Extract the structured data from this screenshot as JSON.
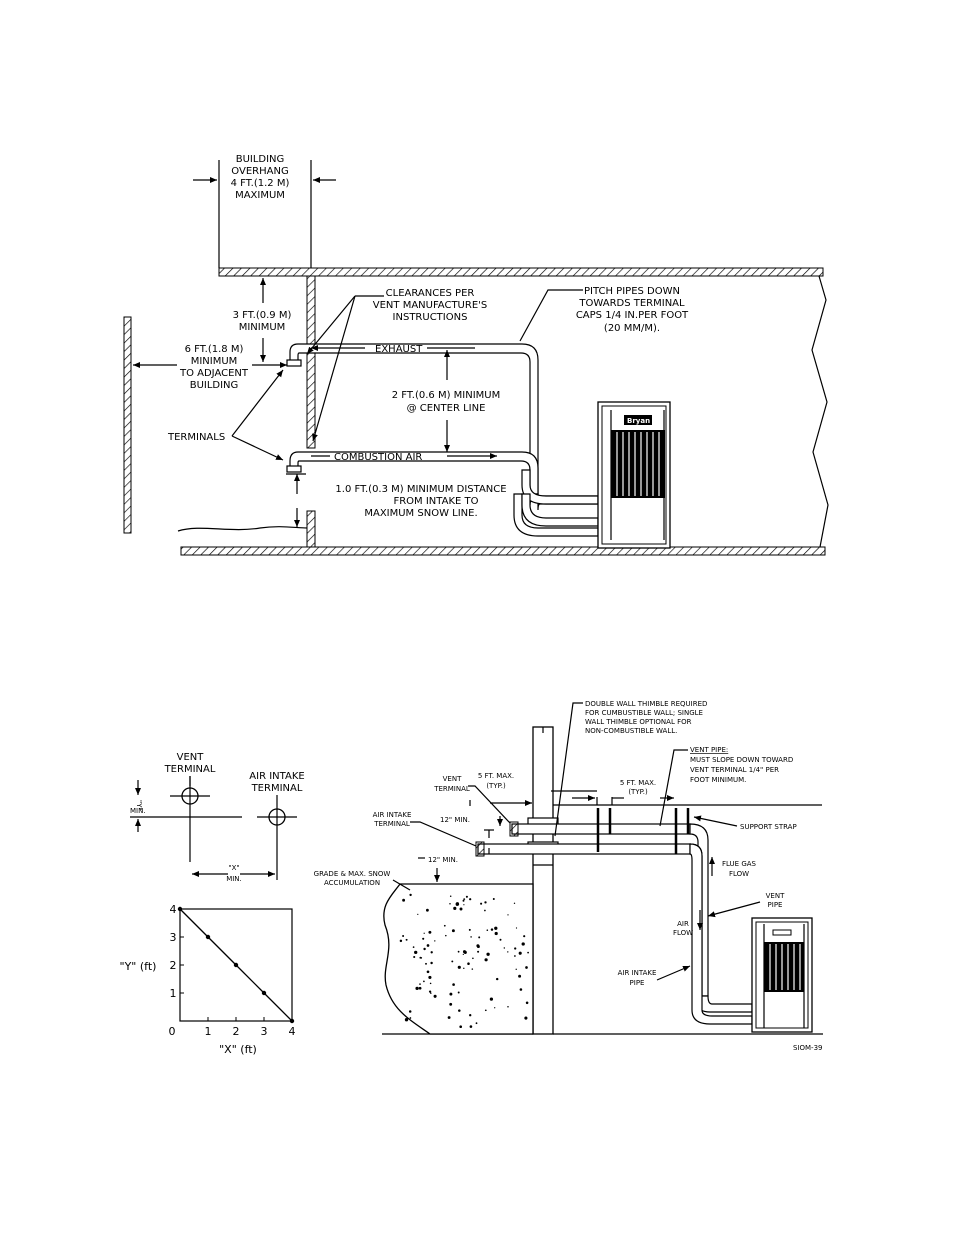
{
  "top": {
    "overhang": [
      "BUILDING",
      "OVERHANG",
      "4 FT.(1.2 M)",
      "MAXIMUM"
    ],
    "clearances": [
      "CLEARANCES PER",
      "VENT MANUFACTURE'S",
      "INSTRUCTIONS"
    ],
    "pitch": [
      "PITCH PIPES DOWN",
      "TOWARDS TERMINAL",
      "CAPS 1/4 IN.PER FOOT",
      "(20 MM/M)."
    ],
    "three_ft": [
      "3 FT.(0.9 M)",
      "MINIMUM"
    ],
    "six_ft": [
      "6 FT.(1.8 M)",
      "MINIMUM",
      "TO ADJACENT",
      "BUILDING"
    ],
    "exhaust": "EXHAUST",
    "two_ft": [
      "2 FT.(0.6 M) MINIMUM",
      "@ CENTER LINE"
    ],
    "terminals": "TERMINALS",
    "combustion_air": "COMBUSTION AIR",
    "one_ft": [
      "1.0 FT.(0.3 M) MINIMUM DISTANCE",
      "FROM INTAKE TO",
      "MAXIMUM SNOW LINE."
    ],
    "brand": "Bryan"
  },
  "bottom": {
    "vent_terminal": [
      "VENT",
      "TERMINAL"
    ],
    "air_intake_terminal": [
      "AIR INTAKE",
      "TERMINAL"
    ],
    "y_min": "\"Y\"",
    "x_min": "\"X\"",
    "min": "MIN.",
    "thimble": [
      "DOUBLE WALL THIMBLE REQUIRED",
      "FOR CUMBUSTIBLE WALL; SINGLE",
      "WALL THIMBLE OPTIONAL FOR",
      "NON-COMBUSTIBLE WALL."
    ],
    "vent_pipe_title": "VENT PIPE:",
    "vent_pipe_note": [
      "MUST SLOPE DOWN TOWARD",
      "VENT TERMINAL 1/4\" PER",
      "FOOT MINIMUM."
    ],
    "five_ft_a": [
      "5 FT. MAX.",
      "(TYP.)"
    ],
    "five_ft_b": [
      "5 FT. MAX.",
      "(TYP.)"
    ],
    "vent_terminal_r": [
      "VENT",
      "TERMINAL"
    ],
    "air_intake_terminal_r": [
      "AIR INTAKE",
      "TERMINAL"
    ],
    "twelve_a": "12\" MIN.",
    "twelve_b": "12\" MIN.",
    "support_strap": "SUPPORT STRAP",
    "grade": [
      "GRADE & MAX. SNOW",
      "ACCUMULATION"
    ],
    "flue_gas": [
      "FLUE GAS",
      "FLOW"
    ],
    "vent_pipe2": [
      "VENT",
      "PIPE"
    ],
    "air_flow": [
      "AIR",
      "FLOW"
    ],
    "air_intake_pipe": [
      "AIR INTAKE",
      "PIPE"
    ],
    "code": "SIOM-39"
  },
  "chart_data": {
    "type": "line",
    "xlabel": "\"X\" (ft)",
    "ylabel": "\"Y\" (ft)",
    "xlim": [
      0,
      4
    ],
    "ylim": [
      0,
      4
    ],
    "x_ticks": [
      0,
      1,
      2,
      3,
      4
    ],
    "y_ticks": [
      1,
      2,
      3,
      4
    ],
    "series": [
      {
        "x": [
          0,
          1,
          2,
          3,
          4
        ],
        "y": [
          4,
          3,
          2,
          1,
          0
        ]
      }
    ]
  }
}
